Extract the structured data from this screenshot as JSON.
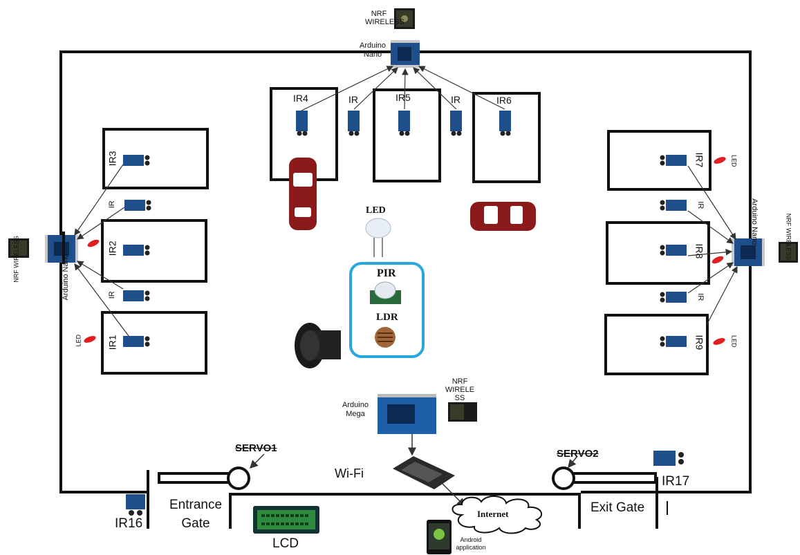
{
  "labels": {
    "nrf_top": "NRF WIRELESS",
    "nano_top": "Arduino Nano",
    "ir4": "IR4",
    "ir5": "IR5",
    "ir6": "IR6",
    "ir_between_45": "IR",
    "ir_between_56": "IR",
    "ir3": "IR3",
    "ir2": "IR2",
    "ir1": "IR1",
    "ir_left_upper": "IR",
    "ir_left_lower": "IR",
    "led_left": "LED",
    "nrf_left": "NRF WIRELESS",
    "nano_left": "Arduino Nano",
    "ir7": "IR7",
    "ir8": "IR8",
    "ir9": "IR9",
    "ir_right_upper": "IR",
    "ir_right_lower": "IR",
    "led_right_top": "LED",
    "led_right_bottom": "LED",
    "nano_right": "Arduino Nano",
    "nrf_right": "NRF WIRELESS",
    "led_center": "LED",
    "pir": "PIR",
    "ldr": "LDR",
    "nrf_mega": "NRF WIRELE SS",
    "mega": "Arduino Mega",
    "wifi": "Wi-Fi",
    "servo1": "SERVO1",
    "servo2": "SERVO2",
    "ir16": "IR16",
    "ir17": "IR17",
    "entrance_gate": "Entrance Gate",
    "exit_gate": "Exit Gate",
    "lcd": "LCD",
    "internet": "Internet",
    "android": "Android application"
  },
  "colors": {
    "outline": "#111111",
    "sensor_board": "#1f4f8a",
    "sensor_eye": "#222222",
    "car": "#8b1a1a",
    "led_red": "#e02020",
    "pir_frame": "#29a8e0",
    "lcd_green": "#2e8b3e",
    "mega_board": "#1d5fa8"
  }
}
